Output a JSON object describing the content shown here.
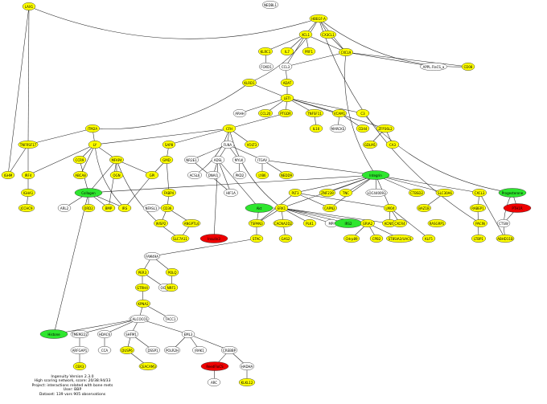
{
  "colors": {
    "hub": "#ffff00",
    "plain": "#ffffff",
    "green": "#2ee62e",
    "red": "#ee0000"
  },
  "nodes": [
    {
      "id": "LAX1",
      "label": "LAX1",
      "style": "hub"
    },
    {
      "id": "NEDBL1",
      "label": "NEDBL1",
      "style": "plain"
    },
    {
      "id": "HBEGF",
      "label": "HBEGF-A",
      "style": "hub"
    },
    {
      "id": "XCL1",
      "label": "XCL1",
      "style": "hub"
    },
    {
      "id": "CX3CL1",
      "label": "CX3CL1",
      "style": "hub"
    },
    {
      "id": "KLRC1",
      "label": "KLRC1",
      "style": "hub"
    },
    {
      "id": "IL7",
      "label": "IL7",
      "style": "hub"
    },
    {
      "id": "PRF1",
      "label": "PRF1",
      "style": "hub"
    },
    {
      "id": "CXCL9",
      "label": "CXCL9",
      "style": "hub"
    },
    {
      "id": "FOXD1",
      "label": "FOXD1",
      "style": "plain"
    },
    {
      "id": "CCL3",
      "label": "CCL3",
      "style": "plain"
    },
    {
      "id": "APPL",
      "label": "APPL.FlaCS_a",
      "style": "plain"
    },
    {
      "id": "CD08",
      "label": "CD08",
      "style": "hub"
    },
    {
      "id": "KLRD1",
      "label": "KLRD1",
      "style": "hub"
    },
    {
      "id": "ADAT",
      "label": "ADAT",
      "style": "hub"
    },
    {
      "id": "LETI",
      "label": "LETI",
      "style": "hub"
    },
    {
      "id": "ARHH",
      "label": "ARHH",
      "style": "plain"
    },
    {
      "id": "CCL20",
      "label": "CCL20",
      "style": "hub"
    },
    {
      "id": "PTGDR",
      "label": "PTGDR",
      "style": "hub"
    },
    {
      "id": "TNFRSF1",
      "label": "TNFSF11",
      "style": "hub"
    },
    {
      "id": "VCAM1",
      "label": "VCAM1",
      "style": "hub"
    },
    {
      "id": "C3",
      "label": "C3",
      "style": "hub"
    },
    {
      "id": "IL10",
      "label": "IL10",
      "style": "hub"
    },
    {
      "id": "MARCKS",
      "label": "MARCKS",
      "style": "plain"
    },
    {
      "id": "CD44",
      "label": "CD44",
      "style": "hub"
    },
    {
      "id": "ZFP36L2",
      "label": "ZFP36L2",
      "style": "hub"
    },
    {
      "id": "GDLM1",
      "label": "GDLM1",
      "style": "hub"
    },
    {
      "id": "CA3",
      "label": "CA3",
      "style": "hub"
    },
    {
      "id": "ITM2A",
      "label": "ITM2A",
      "style": "hub"
    },
    {
      "id": "CFH",
      "label": "CFH",
      "style": "hub"
    },
    {
      "id": "FLNA",
      "label": "FLNA",
      "style": "plain"
    },
    {
      "id": "VOLT3",
      "label": "VOLT3",
      "style": "hub"
    },
    {
      "id": "LY",
      "label": "LY",
      "style": "hub"
    },
    {
      "id": "SAP8",
      "label": "SAP8",
      "style": "hub"
    },
    {
      "id": "TNFRSF17",
      "label": "TNFRSF17",
      "style": "hub"
    },
    {
      "id": "CCR9",
      "label": "CCR9",
      "style": "hub"
    },
    {
      "id": "MFAP4",
      "label": "MFAP4",
      "style": "hub"
    },
    {
      "id": "GMD",
      "label": "GMD",
      "style": "hub"
    },
    {
      "id": "NR2E1",
      "label": "NR2E1",
      "style": "plain"
    },
    {
      "id": "ADSL",
      "label": "ADSL",
      "style": "plain"
    },
    {
      "id": "MYLK",
      "label": "MYLK",
      "style": "plain"
    },
    {
      "id": "ITGAV",
      "label": "ITGAV",
      "style": "plain"
    },
    {
      "id": "IGHM",
      "label": "IGHM",
      "style": "hub"
    },
    {
      "id": "IRF4",
      "label": "IRF4",
      "style": "hub"
    },
    {
      "id": "ABCA8",
      "label": "ABCA8",
      "style": "hub"
    },
    {
      "id": "OGN",
      "label": "OGN",
      "style": "hub"
    },
    {
      "id": "GPI",
      "label": "GPI",
      "style": "hub"
    },
    {
      "id": "ACSL6",
      "label": "ACSL6",
      "style": "plain"
    },
    {
      "id": "DNAI1",
      "label": "DNAI1",
      "style": "plain"
    },
    {
      "id": "PKD2",
      "label": "PKD2",
      "style": "plain"
    },
    {
      "id": "LY86",
      "label": "LY86",
      "style": "hub"
    },
    {
      "id": "NEDD9",
      "label": "NEDD9",
      "style": "hub"
    },
    {
      "id": "Collagen",
      "label": "Collagen",
      "style": "green"
    },
    {
      "id": "Integrin",
      "label": "Integrin",
      "style": "green"
    },
    {
      "id": "Progesterone",
      "label": "Progesterone",
      "style": "green"
    },
    {
      "id": "HIF1A",
      "label": "HIF1A",
      "style": "plain"
    },
    {
      "id": "FABP4",
      "label": "FABP4",
      "style": "hub"
    },
    {
      "id": "IGHA1",
      "label": "IGHA1",
      "style": "hub"
    },
    {
      "id": "ARL2",
      "label": "ARL2",
      "style": "plain"
    },
    {
      "id": "DRD2",
      "label": "DRD2",
      "style": "hub"
    },
    {
      "id": "BMP",
      "label": "BMP",
      "style": "hub"
    },
    {
      "id": "IRS",
      "label": "IRS",
      "style": "hub"
    },
    {
      "id": "CD36",
      "label": "CD36",
      "style": "hub"
    },
    {
      "id": "PLT3",
      "label": "PLT3",
      "style": "hub"
    },
    {
      "id": "ZNF",
      "label": "ZNF239",
      "style": "hub"
    },
    {
      "id": "TNC",
      "label": "TNC",
      "style": "hub"
    },
    {
      "id": "LOC",
      "label": "LOC440093",
      "style": "plain"
    },
    {
      "id": "CTBSD2",
      "label": "CTBSD2",
      "style": "hub"
    },
    {
      "id": "SLC30A6",
      "label": "SLC30A6",
      "style": "hub"
    },
    {
      "id": "CXCL3",
      "label": "CXCL3",
      "style": "hub"
    },
    {
      "id": "PTH1R",
      "label": "PTH1R",
      "style": "red"
    },
    {
      "id": "JCCHC9",
      "label": "JCCHC9",
      "style": "hub"
    },
    {
      "id": "NFASL1",
      "label": "NFASL1",
      "style": "plain"
    },
    {
      "id": "WISP2",
      "label": "WISP2",
      "style": "hub"
    },
    {
      "id": "ANGPTL4",
      "label": "ANGPTL4",
      "style": "hub"
    },
    {
      "id": "Akt",
      "label": "Akt",
      "style": "green"
    },
    {
      "id": "ERK",
      "label": "ERK1",
      "style": "hub"
    },
    {
      "id": "TSPAN3",
      "label": "TSPAN3",
      "style": "hub"
    },
    {
      "id": "CACNA2D2",
      "label": "CACNA2D2",
      "style": "hub"
    },
    {
      "id": "PLK1",
      "label": "PLK1",
      "style": "hub"
    },
    {
      "id": "MPI",
      "label": "MPI",
      "style": "plain"
    },
    {
      "id": "IRS2",
      "label": "IRS2",
      "style": "green"
    },
    {
      "id": "GRIA2",
      "label": "GRIA2",
      "style": "hub"
    },
    {
      "id": "CAPN2",
      "label": "CAPN2",
      "style": "hub"
    },
    {
      "id": "LMO4",
      "label": "LMO4",
      "style": "hub"
    },
    {
      "id": "KCNIS",
      "label": "KCNIS",
      "style": "hub"
    },
    {
      "id": "CXCR4",
      "label": "CXCR4",
      "style": "hub"
    },
    {
      "id": "BAZ1B",
      "label": "BAZ1B",
      "style": "hub"
    },
    {
      "id": "RABEP1",
      "label": "RABEP1",
      "style": "hub"
    },
    {
      "id": "RASGRP1",
      "label": "RASGRP1",
      "style": "hub"
    },
    {
      "id": "PACIN",
      "label": "PACIN",
      "style": "hub"
    },
    {
      "id": "CTSW",
      "label": "CTSW",
      "style": "plain"
    },
    {
      "id": "SLC7A11",
      "label": "SLC7A11",
      "style": "hub"
    },
    {
      "id": "INSL3",
      "label": "Insulin3",
      "style": "red"
    },
    {
      "id": "STAC",
      "label": "STAC",
      "style": "hub"
    },
    {
      "id": "GAS2",
      "label": "GAS2",
      "style": "hub"
    },
    {
      "id": "CHrp89",
      "label": "CHrp89",
      "style": "hub"
    },
    {
      "id": "CPB2",
      "label": "CPB2",
      "style": "hub"
    },
    {
      "id": "ST8SIA",
      "label": "ST8SIA2/UACS",
      "style": "hub"
    },
    {
      "id": "KLF5",
      "label": "KLF5",
      "style": "hub"
    },
    {
      "id": "LTBP1",
      "label": "LTBP1",
      "style": "hub"
    },
    {
      "id": "ABHD",
      "label": "ABHD11B",
      "style": "hub"
    },
    {
      "id": "FAM49A",
      "label": "FAM49A",
      "style": "plain"
    },
    {
      "id": "PER3",
      "label": "PER3",
      "style": "hub"
    },
    {
      "id": "POLQ",
      "label": "POLQ",
      "style": "hub"
    },
    {
      "id": "GTRH4",
      "label": "GTRH4",
      "style": "hub"
    },
    {
      "id": "OGT3",
      "label": "OGT3",
      "style": "plain"
    },
    {
      "id": "NRF1",
      "label": "NRF1",
      "style": "hub"
    },
    {
      "id": "KPNA2",
      "label": "KPNA2",
      "style": "hub"
    },
    {
      "id": "TACC1",
      "label": "TACC1",
      "style": "plain"
    },
    {
      "id": "CALCOCO1",
      "label": "CALCOCO1",
      "style": "plain"
    },
    {
      "id": "Histone",
      "label": "Histone",
      "style": "green"
    },
    {
      "id": "TMEM222",
      "label": "TMEM222",
      "style": "plain"
    },
    {
      "id": "HDAC6",
      "label": "HDAC6",
      "style": "plain"
    },
    {
      "id": "SHFM1",
      "label": "SHFM1",
      "style": "plain"
    },
    {
      "id": "EML3",
      "label": "EML3",
      "style": "plain"
    },
    {
      "id": "ARFGAP",
      "label": "ARFGAP1",
      "style": "plain"
    },
    {
      "id": "CCA",
      "label": "CCA",
      "style": "plain"
    },
    {
      "id": "DUSP6",
      "label": "DUSP6",
      "style": "hub"
    },
    {
      "id": "DSSP1",
      "label": "DSSP1",
      "style": "plain"
    },
    {
      "id": "POLR2H",
      "label": "POLR2H",
      "style": "plain"
    },
    {
      "id": "IRAK1",
      "label": "IRAK1",
      "style": "plain"
    },
    {
      "id": "CREBBP",
      "label": "CREBBP",
      "style": "plain"
    },
    {
      "id": "CBX3",
      "label": "CBX3",
      "style": "hub"
    },
    {
      "id": "CEACAM3",
      "label": "CEACAM3",
      "style": "hub"
    },
    {
      "id": "ReedFloCS",
      "label": "ReedFloCS",
      "style": "red"
    },
    {
      "id": "HADHA",
      "label": "HADHA",
      "style": "plain"
    },
    {
      "id": "ARC",
      "label": "ARC",
      "style": "plain"
    },
    {
      "id": "KLKL12",
      "label": "KLKL12",
      "style": "hub"
    }
  ],
  "footer": [
    "Ingenuity Version 2.3.0",
    "High scoring network, score: 20/38.94/33",
    "Project: interactions related with bone mets",
    "User: BBP",
    "Dataset: 139 vars 905 observations"
  ]
}
